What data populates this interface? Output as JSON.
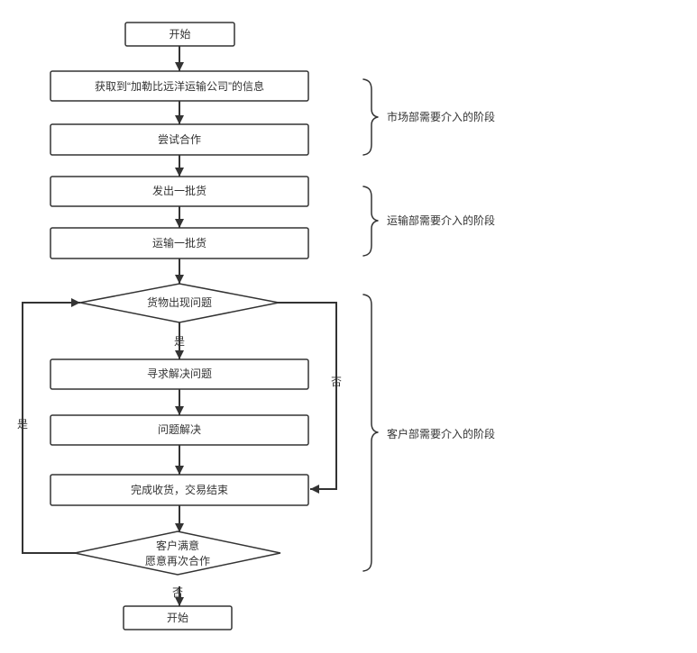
{
  "nodes": {
    "start": "开始",
    "get_info": "获取到“加勒比远洋运输公司”的信息",
    "trial": "尝试合作",
    "send_batch": "发出一批货",
    "transport_batch": "运输一批货",
    "cargo_issue": "货物出现问题",
    "seek_solution": "寻求解决问题",
    "problem_solved": "问题解决",
    "complete": "完成收货，交易结束",
    "satisfied_line1": "客户满意",
    "satisfied_line2": "愿意再次合作",
    "end": "开始"
  },
  "branch_labels": {
    "issue_yes": "是",
    "issue_no": "否",
    "repeat_yes": "是",
    "repeat_no": "否"
  },
  "phases": {
    "marketing": "市场部需要介入的阶段",
    "transport": "运输部需要介入的阶段",
    "customer": "客户部需要介入的阶段"
  }
}
